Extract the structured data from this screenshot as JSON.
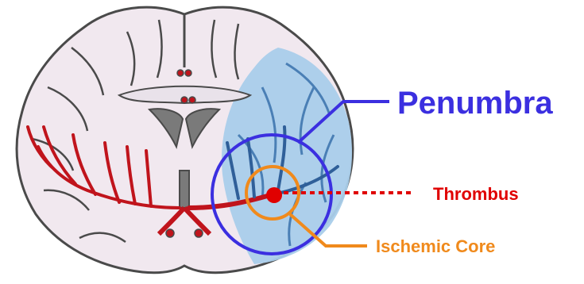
{
  "labels": {
    "penumbra": "Penumbra",
    "thrombus": "Thrombus",
    "ischemic_core": "Ischemic Core"
  },
  "colors": {
    "penumbra": "#3b2fe0",
    "thrombus": "#e00000",
    "ischemic_core": "#f08a1c",
    "vessel": "#c0141c",
    "tissue": "#f1e8ef",
    "outline": "#4a4a4a",
    "ischemic_tissue": "#a9cdea"
  }
}
